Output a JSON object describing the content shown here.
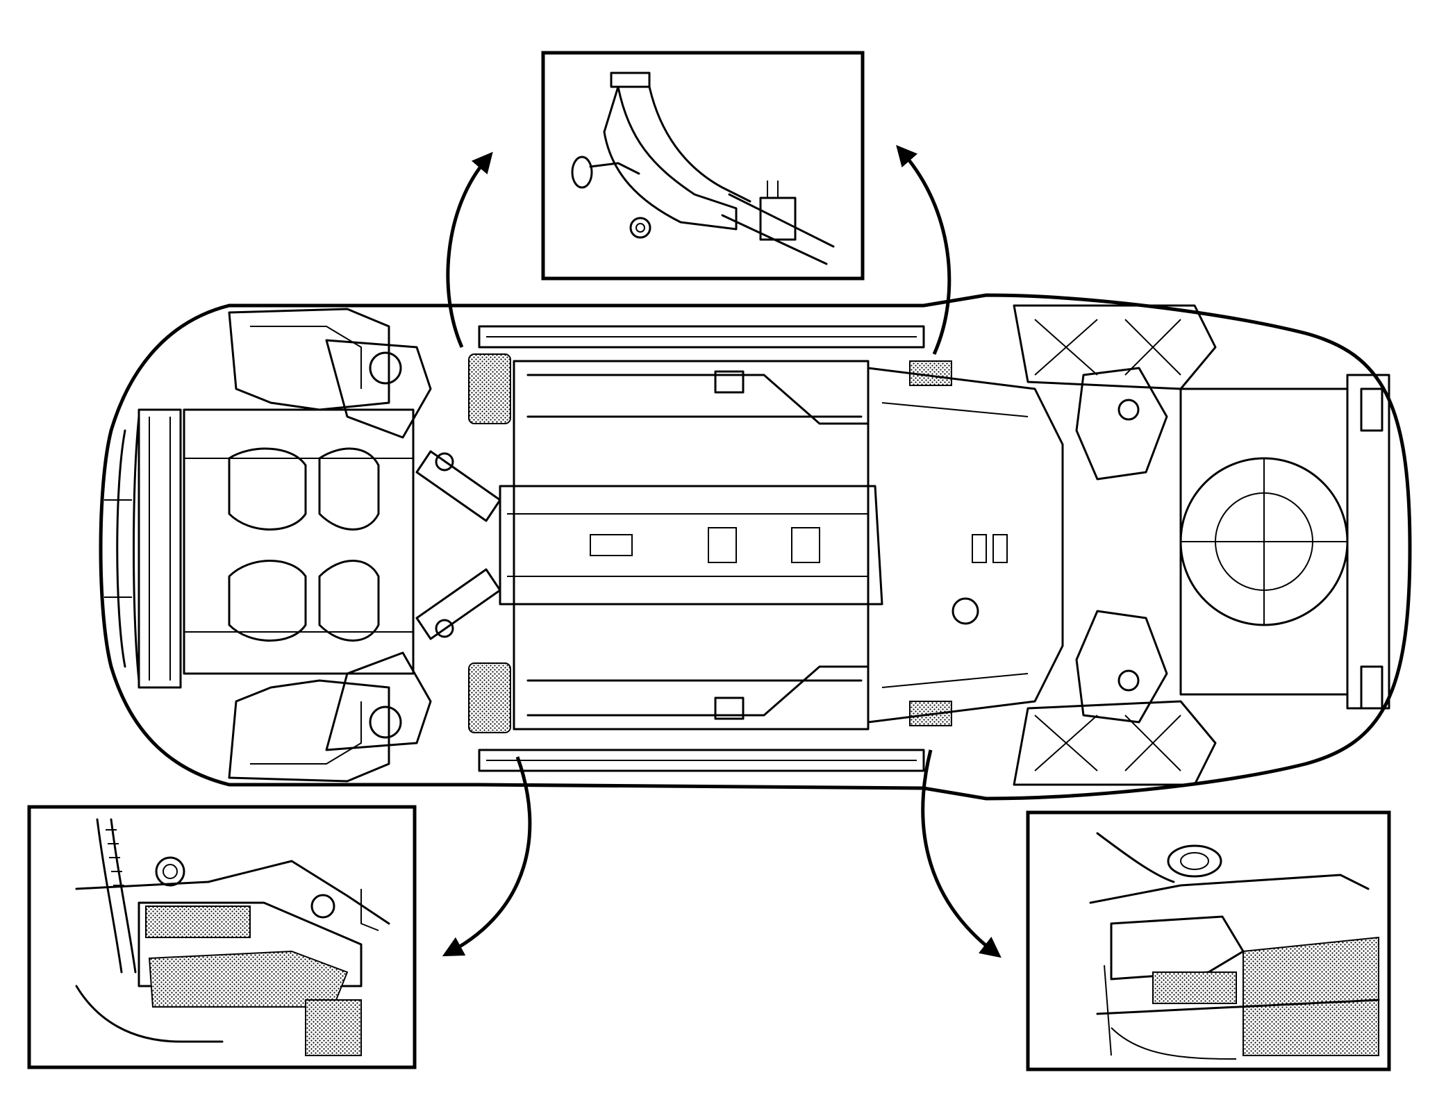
{
  "diagram": {
    "ink_color": "#000000",
    "background_color": "#ffffff",
    "callouts": [
      {
        "id": "top",
        "icon": "jack-stand-detail-icon"
      },
      {
        "id": "front-left-lift-point",
        "icon": "front-pinch-weld-detail-icon"
      },
      {
        "id": "rear-right-lift-point",
        "icon": "rear-pinch-weld-detail-icon"
      }
    ],
    "arrows": [
      {
        "name": "arrow-front-upper-to-top-callout"
      },
      {
        "name": "arrow-rear-upper-to-top-callout"
      },
      {
        "name": "arrow-front-lower-to-left-callout"
      },
      {
        "name": "arrow-rear-lower-to-right-callout"
      }
    ]
  }
}
